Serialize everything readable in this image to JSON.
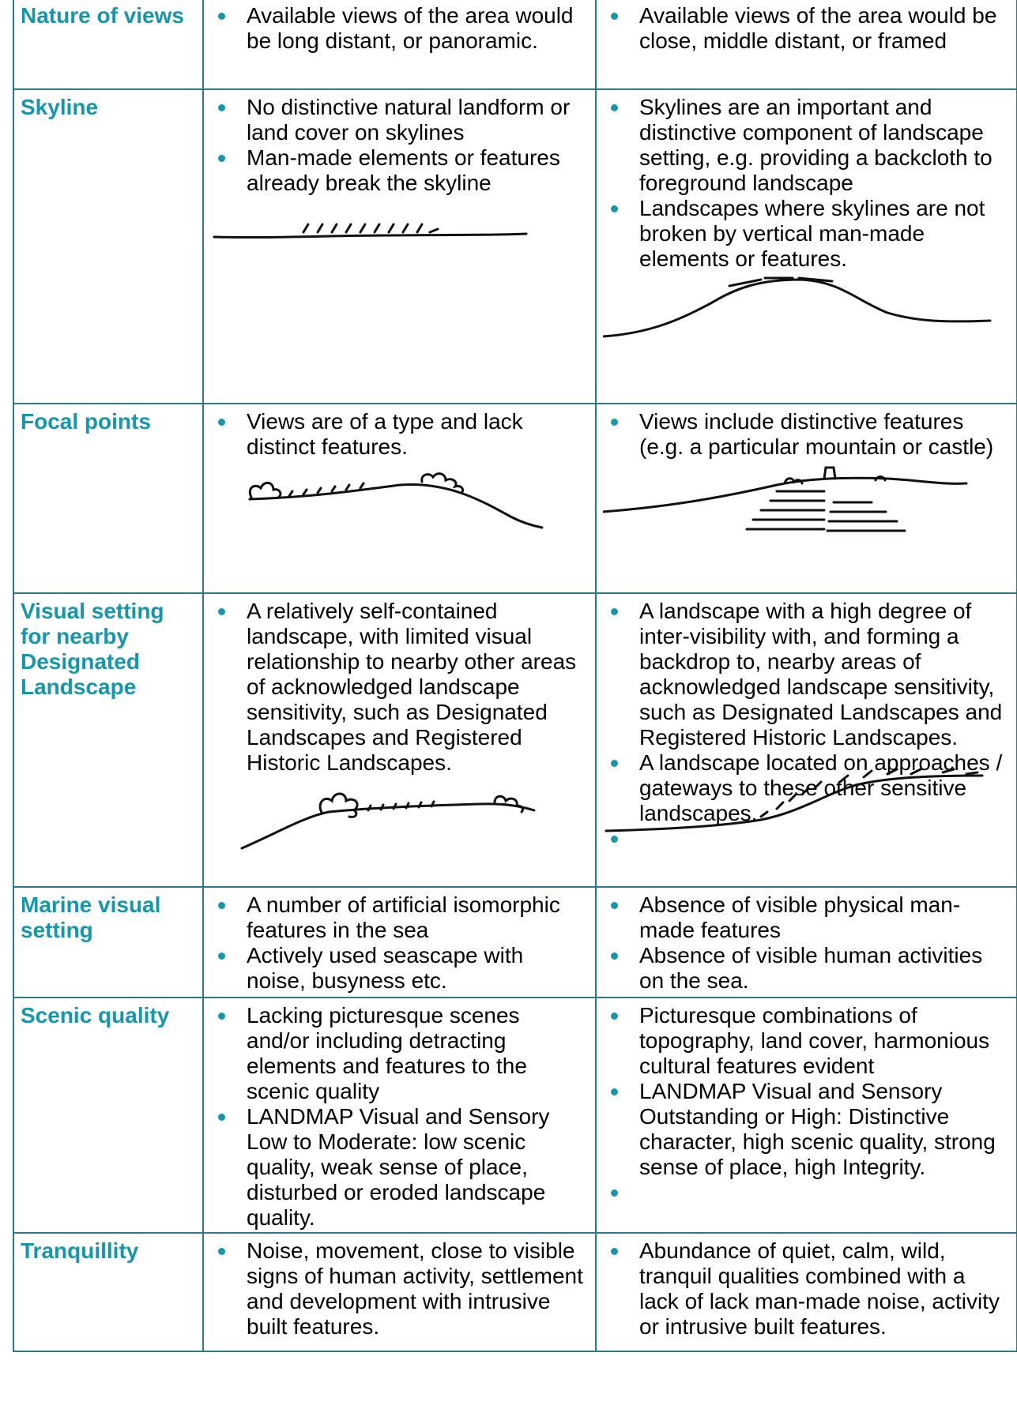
{
  "rows": [
    {
      "criterion": "Nature of views",
      "low": [
        "Available views of the area would be long distant, or panoramic."
      ],
      "high": [
        "Available views of the area would be close, middle distant, or framed"
      ]
    },
    {
      "criterion": "Skyline",
      "low": [
        "No distinctive natural landform or land cover on skylines",
        "Man-made elements or features already break the skyline"
      ],
      "high": [
        "Skylines are an important and distinctive component of landscape setting, e.g. providing a backcloth to foreground landscape",
        "Landscapes where skylines are not broken by vertical man-made elements or features."
      ]
    },
    {
      "criterion": "Focal points",
      "low": [
        "Views are of a type and lack distinct features."
      ],
      "high": [
        "Views include distinctive features (e.g. a particular mountain or castle)"
      ]
    },
    {
      "criterion": "Visual setting for nearby Designated Landscape",
      "low": [
        "A relatively self-contained landscape, with limited visual relationship to nearby other areas of acknowledged landscape sensitivity, such as Designated Landscapes and Registered Historic Landscapes."
      ],
      "high": [
        "A landscape with a high degree of inter-visibility with, and forming a backdrop to, nearby areas of acknowledged landscape sensitivity, such as Designated Landscapes and Registered Historic Landscapes.",
        "A landscape located on approaches / gateways to these other sensitive landscapes."
      ]
    },
    {
      "criterion": "Marine visual setting",
      "low": [
        "A number of artificial isomorphic features in the sea",
        "Actively used seascape with noise, busyness etc."
      ],
      "high": [
        "Absence of visible physical man-made features",
        "Absence of visible human activities on the sea."
      ]
    },
    {
      "criterion": "Scenic quality",
      "low": [
        "Lacking picturesque scenes and/or including detracting elements and features to the scenic quality",
        "LANDMAP Visual and Sensory Low to Moderate: low scenic quality, weak sense of place, disturbed or eroded landscape quality."
      ],
      "high": [
        "Picturesque combinations of topography, land cover, harmonious cultural features evident",
        "LANDMAP Visual and Sensory Outstanding or High: Distinctive character, high scenic quality, strong sense of place, high Integrity."
      ]
    },
    {
      "criterion": "Tranquillity",
      "low": [
        "Noise, movement, close to visible signs of human activity, settlement and development with intrusive built features."
      ],
      "high": [
        "Abundance of quiet, calm, wild, tranquil qualities combined with a lack of lack man-made noise, activity or intrusive built features."
      ]
    }
  ]
}
